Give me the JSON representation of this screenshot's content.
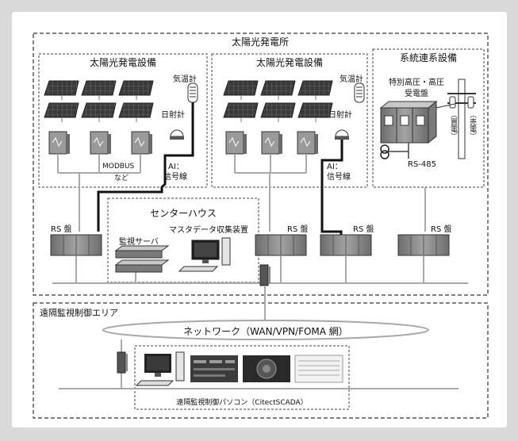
{
  "plant": {
    "title": "太陽光発電所",
    "pv_facility_left": "太陽光発電設備",
    "pv_facility_right": "太陽光発電設備",
    "grid_facility": "系統連系設備",
    "thermometer": "気温計",
    "pyranometer": "日射計",
    "ai_signal_line_1": "AI：",
    "ai_signal_line_2": "信号線",
    "modbus_line_1": "MODBUS",
    "modbus_line_2": "など",
    "substation_line_1": "特別高圧・高圧",
    "substation_line_2": "受電盤",
    "rs485": "RS-485",
    "buy_power": "（買電）",
    "sell_power": "（売電）",
    "rs_panel": "RS 盤",
    "center_house": "センターハウス",
    "master_data_device": "マスタデータ収集装置",
    "monitoring_server": "監視サーバ"
  },
  "remote": {
    "area_title": "遠隔監視制御エリア",
    "network": "ネットワーク（WAN/VPN/FOMA 網）",
    "pc_caption": "遠隔監視制御パソコン（CitectSCADA）"
  },
  "colors": {
    "background": "#d9d9d9",
    "panel": "#ffffff",
    "solar_cell": "#4a4a4a",
    "equipment": "#8a8a8a",
    "signal_line": "#111111",
    "bus_line": "#a8a8a8"
  }
}
